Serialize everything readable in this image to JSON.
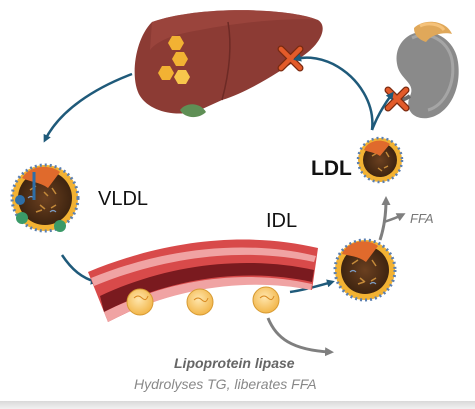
{
  "labels": {
    "vldl": "VLDL",
    "idl": "IDL",
    "ldl": "LDL",
    "ffa": "FFA",
    "lipoprotein_lipase": "Lipoprotein lipase",
    "hydrolyses": "Hydrolyses TG, liberates FFA"
  },
  "icons": [
    "liver-icon",
    "kidney-icon",
    "block-cross-icon",
    "lipoprotein-particle-icon",
    "blood-vessel-icon",
    "fat-droplet-icon"
  ],
  "colors": {
    "arrow": "#1f5a7a",
    "grey_arrow": "#7f7f7f",
    "liver": "#8c3b34",
    "fat": "#f2b233",
    "cross": "#e35b2a",
    "vessel_wall": "#d84a4a",
    "vessel_lumen": "#7a1a1f"
  }
}
